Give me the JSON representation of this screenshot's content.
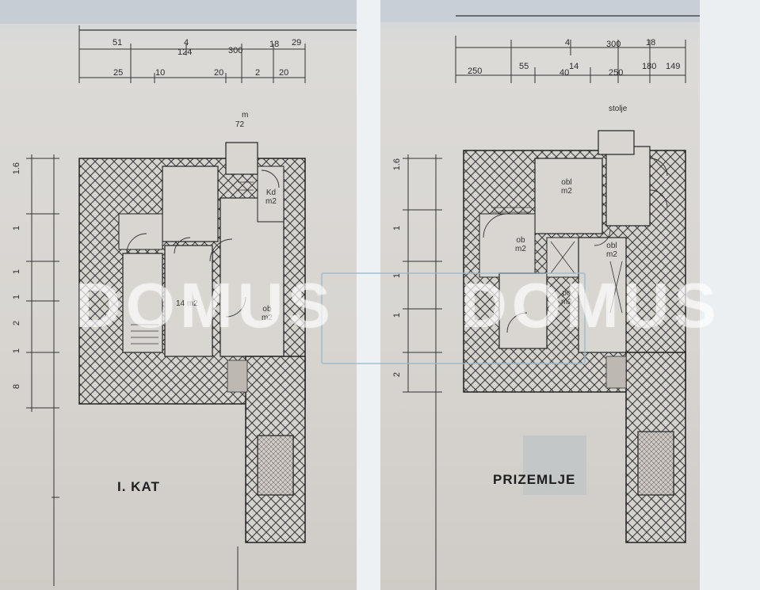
{
  "watermark_text": "DOMUS",
  "left_plan": {
    "title": "I. KAT",
    "top_dims_row1": [
      "51",
      "4",
      "124",
      "300",
      "18",
      "29"
    ],
    "top_dims_row2": [
      "25",
      "10",
      "20",
      "2",
      "20"
    ],
    "label_above": "m",
    "label_above_value": "72",
    "side_dims": [
      "1.6",
      "1",
      "1",
      "1",
      "2",
      "1",
      "8"
    ],
    "rooms": [
      {
        "name": "Kd",
        "area": "m2"
      },
      {
        "name": "",
        "area": "14 m2"
      },
      {
        "name": "ob",
        "area": "m2"
      }
    ]
  },
  "right_plan": {
    "title": "PRIZEMLJE",
    "top_dims_row1": [
      "4",
      "300",
      "18"
    ],
    "top_dims_row2": [
      "250",
      "55",
      "14",
      "40",
      "250",
      "180",
      "149"
    ],
    "label_above": "stolje",
    "side_dims": [
      "1.6",
      "1",
      "1",
      "1",
      "2"
    ],
    "rooms": [
      {
        "name": "obl",
        "area": "m2"
      },
      {
        "name": "ob",
        "area": "m2"
      },
      {
        "name": "obl",
        "area": "m2"
      },
      {
        "name": "po",
        "area": "m2"
      }
    ]
  }
}
